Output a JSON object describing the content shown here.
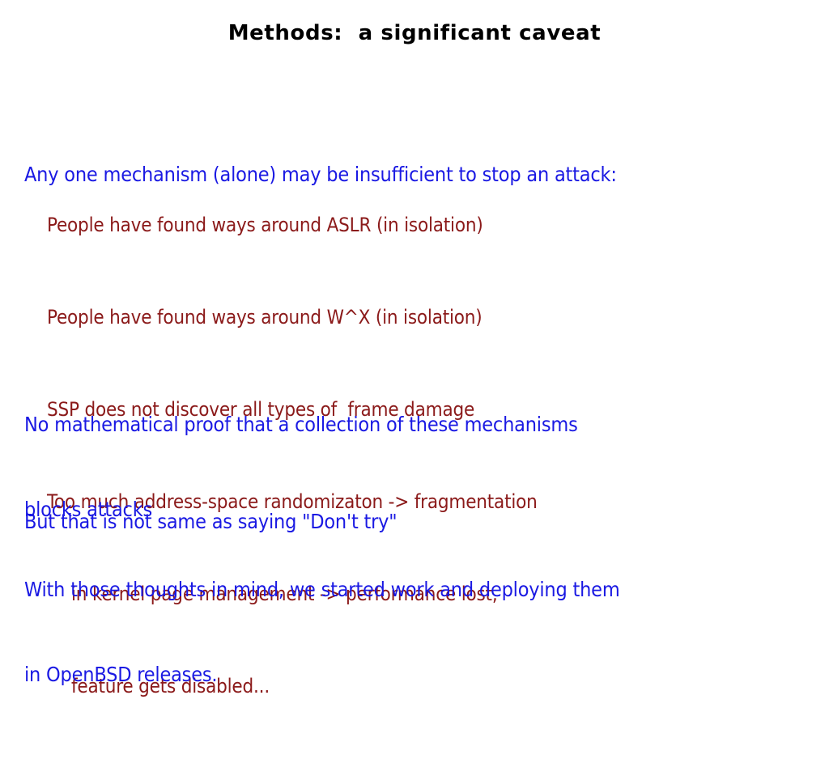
{
  "slide": {
    "title": "Methods:  a significant caveat",
    "background_color": "#ffffff",
    "title_color": "#000000",
    "accent_blue": "#1a19e3",
    "accent_red": "#8b1a1a",
    "blocks": {
      "intro": {
        "color": "#1a19e3",
        "lines": [
          "Any one mechanism (alone) may be insufficient to stop an attack:"
        ]
      },
      "caveats": {
        "color": "#8b1a1a",
        "lines": [
          {
            "text": "People have found ways around ASLR (in isolation)",
            "indent": false
          },
          {
            "text": "People have found ways around W^X (in isolation)",
            "indent": false
          },
          {
            "text": "SSP does not discover all types of  frame damage",
            "indent": false
          },
          {
            "text": "Too much address-space randomizaton -> fragmentation",
            "indent": false
          },
          {
            "text": "in kernel page management -> performance lost,",
            "indent": true
          },
          {
            "text": "feature gets disabled...",
            "indent": true
          }
        ]
      },
      "proof": {
        "color": "#1a19e3",
        "lines": [
          "No mathematical proof that a collection of these mechanisms",
          "blocks attacks"
        ]
      },
      "nottry": {
        "color": "#1a19e3",
        "lines": [
          "But that is not same as saying \"Don't try\""
        ]
      },
      "openbsd": {
        "color": "#1a19e3",
        "lines": [
          "With those thoughts in mind, we started work and deploying them",
          "in OpenBSD releases."
        ]
      }
    }
  }
}
